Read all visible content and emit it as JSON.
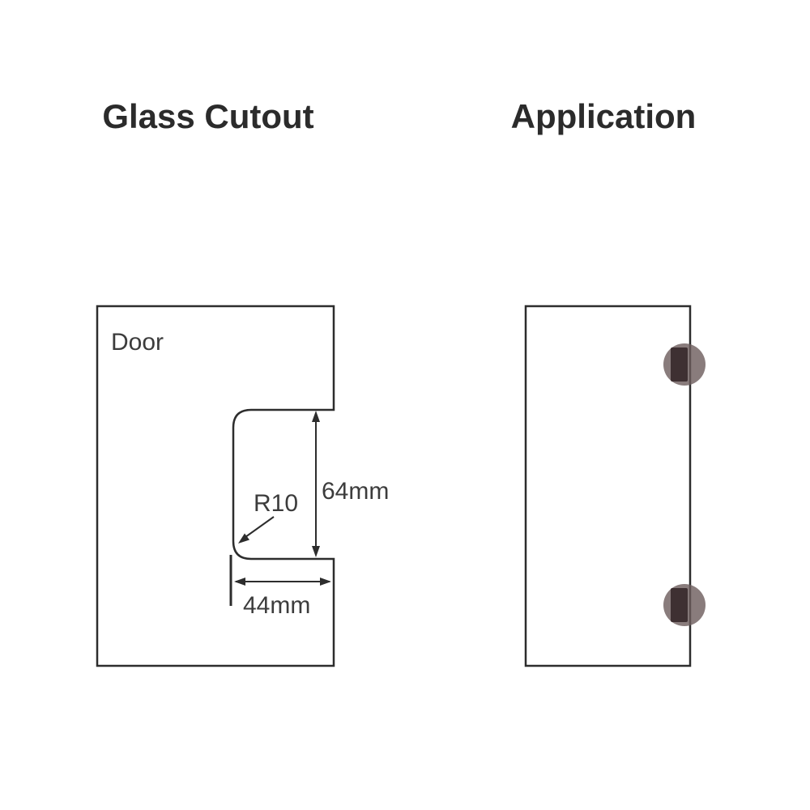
{
  "page": {
    "background": "#ffffff"
  },
  "left_panel": {
    "title": "Glass Cutout",
    "door_label": "Door",
    "dimensions": {
      "radius": "R10",
      "notch_height": "64mm",
      "notch_width": "44mm"
    }
  },
  "right_panel": {
    "title": "Application"
  },
  "colors": {
    "line": "#2d2d2d",
    "text": "#3c3c3c",
    "title_text": "#2b2b2b",
    "hinge_body": "#6c5b5b",
    "hinge_pin": "#37292b"
  }
}
